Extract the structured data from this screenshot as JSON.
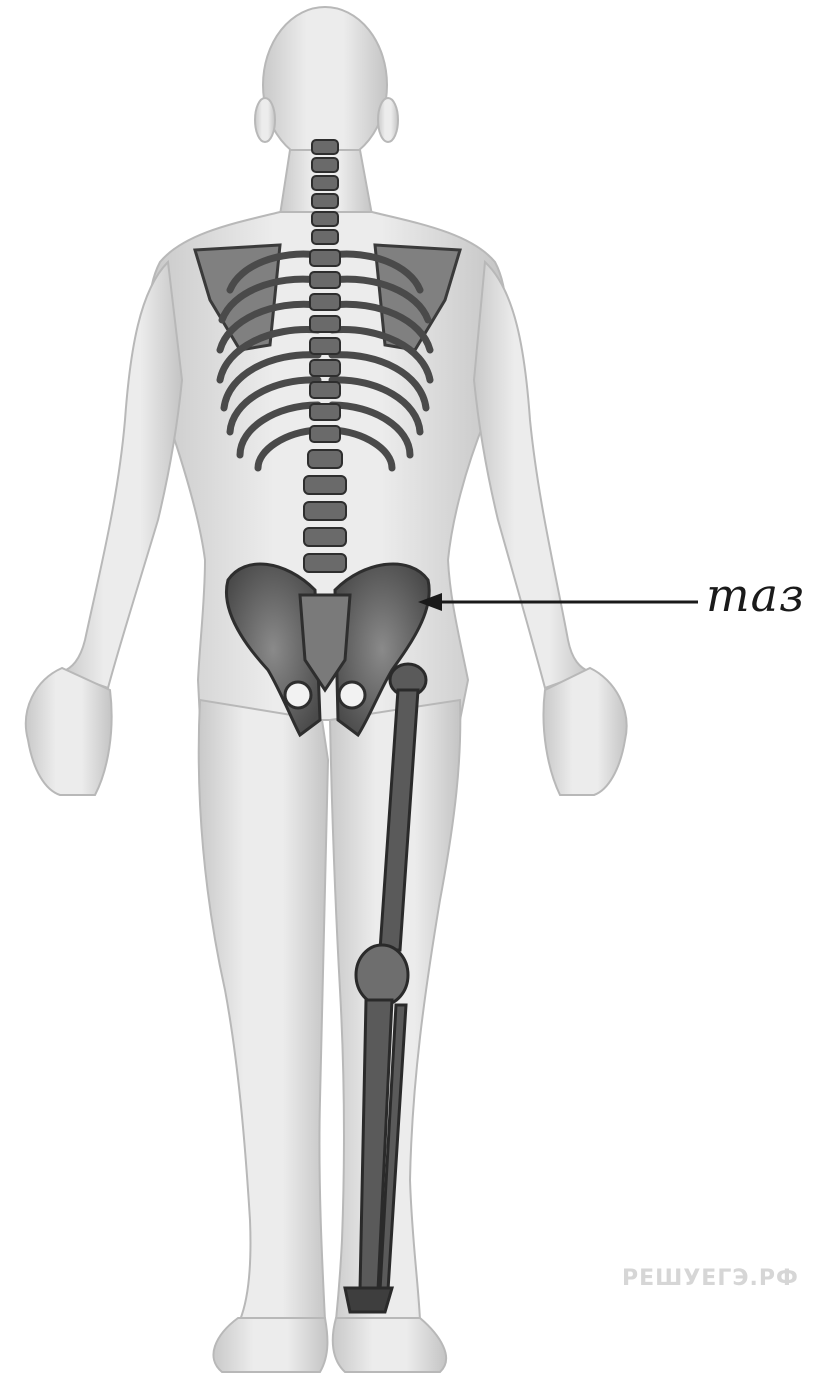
{
  "annotation": {
    "label": "таз",
    "target": "pelvis"
  },
  "watermark": {
    "text": "РЕШУЕГЭ.РФ"
  },
  "colors": {
    "skin": "#e2e2e2",
    "skin_shadow": "#bdbdbd",
    "bone": "#6e6e6e",
    "bone_dark": "#3a3a3a",
    "pointer": "#1a1a1a"
  },
  "icons": {
    "pointer": "arrow-left-icon"
  }
}
